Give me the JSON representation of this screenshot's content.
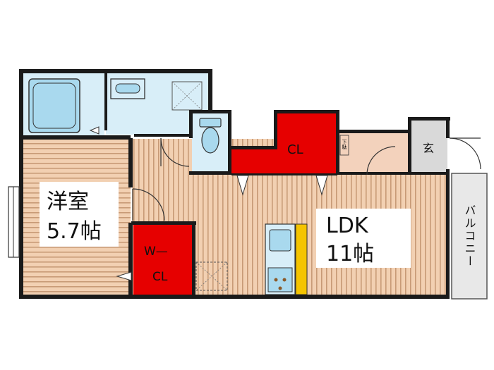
{
  "rooms": {
    "western_room": {
      "name": "洋室",
      "size": "5.7帖"
    },
    "ldk": {
      "name": "LDK",
      "size": "11帖"
    },
    "closet": {
      "name": "CL"
    },
    "walk_in_closet": {
      "line1": "W—",
      "line2": "CL"
    },
    "entrance": {
      "name": "玄"
    },
    "balcony": {
      "name": "バルコニー"
    },
    "shoe_storage": {
      "name": "下駄"
    }
  },
  "colors": {
    "wall": "#1a1a1a",
    "floor_wood": "#f2d0b2",
    "floor_stripe": "#c89a76",
    "wet_area": "#d8eef8",
    "fixture_blue": "#a9d9ee",
    "closet_red": "#e60000",
    "entrance_gray": "#d9d9d9",
    "entrance_floor": "#f3d2bc",
    "fridge_yellow": "#f5c400",
    "balcony_gray": "#e8e8e8"
  }
}
